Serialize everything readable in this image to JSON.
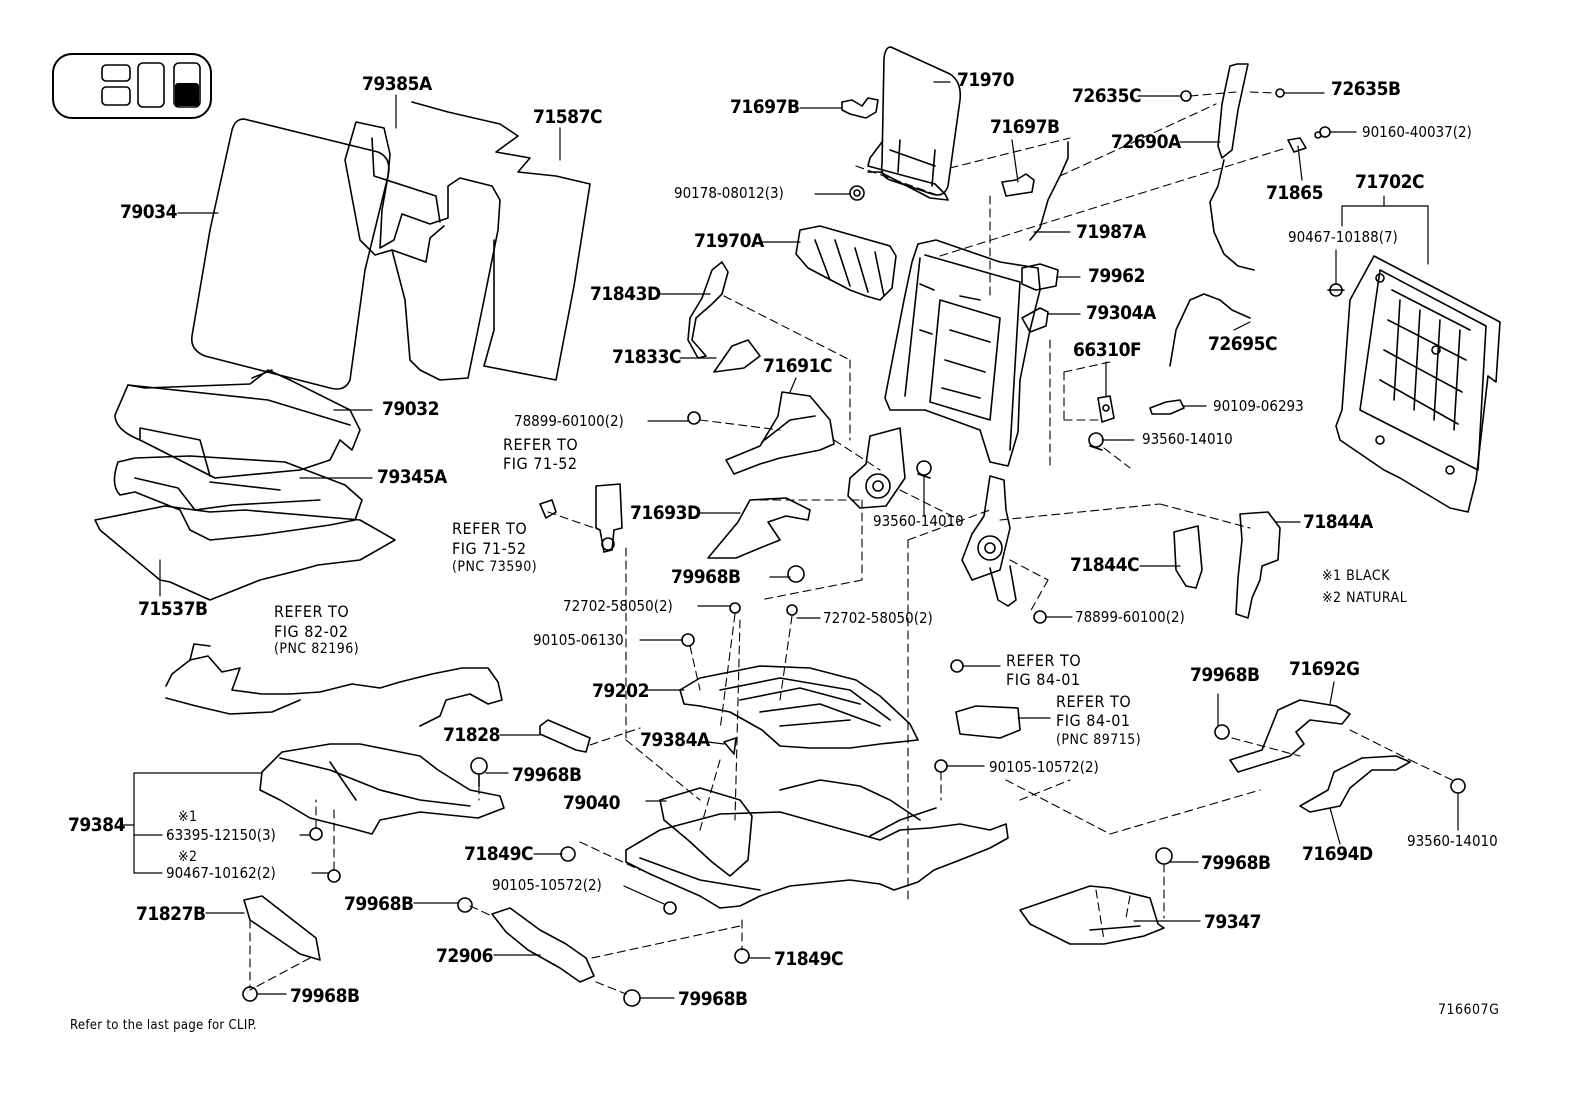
{
  "labels": {
    "p79385A": "79385A",
    "p71587C": "71587C",
    "p79034": "79034",
    "p79032": "79032",
    "p79345A": "79345A",
    "p71537B": "71537B",
    "p71970": "71970",
    "p71697B_a": "71697B",
    "p71697B_b": "71697B",
    "p90178": "90178-08012(3)",
    "p71970A": "71970A",
    "p71987A": "71987A",
    "p79962": "79962",
    "p79304A": "79304A",
    "p71843D": "71843D",
    "p71833C": "71833C",
    "p71691C": "71691C",
    "p78899_a": "78899-60100(2)",
    "p66310F": "66310F",
    "p90109": "90109-06293",
    "p93560_a": "93560-14010",
    "p93560_b": "93560-14010",
    "p72635C": "72635C",
    "p72635B": "72635B",
    "p72690A": "72690A",
    "p90160": "90160-40037(2)",
    "p71865": "71865",
    "p71702C": "71702C",
    "p90467_7": "90467-10188(7)",
    "p72695C": "72695C",
    "p71693D": "71693D",
    "p79968B_a": "79968B",
    "p71844A": "71844A",
    "p71844C": "71844C",
    "p78899_b": "78899-60100(2)",
    "p72702_a": "72702-58050(2)",
    "p72702_b": "72702-58050(2)",
    "p90105_06130": "90105-06130",
    "p79202": "79202",
    "p71828": "71828",
    "p79384A": "79384A",
    "p79968B_b": "79968B",
    "p79384": "79384",
    "p63395": "63395-12150(3)",
    "p90467_2": "90467-10162(2)",
    "p79040": "79040",
    "p71849C_a": "71849C",
    "p90105_10572_a": "90105-10572(2)",
    "p79968B_c": "79968B",
    "p72906": "72906",
    "p71849C_b": "71849C",
    "p79968B_d": "79968B",
    "p71827B": "71827B",
    "p79968B_e": "79968B",
    "p90105_10572_b": "90105-10572(2)",
    "p79968B_f": "79968B",
    "p71692G": "71692G",
    "p93560_c": "93560-14010",
    "p71694D": "71694D",
    "p79968B_g": "79968B",
    "p79347": "79347"
  },
  "refs": {
    "fig7152_a_line1": "REFER TO",
    "fig7152_a_line2": "FIG 71-52",
    "fig7152_b_line1": "REFER TO",
    "fig7152_b_line2": "FIG 71-52",
    "fig7152_b_pnc": "(PNC 73590)",
    "fig8202_line1": "REFER TO",
    "fig8202_line2": "FIG 82-02",
    "fig8202_pnc": "(PNC 82196)",
    "fig8401_a_line1": "REFER TO",
    "fig8401_a_line2": "FIG 84-01",
    "fig8401_b_line1": "REFER TO",
    "fig8401_b_line2": "FIG 84-01",
    "fig8401_b_pnc": "(PNC 89715)"
  },
  "notes": {
    "note1_marker": "※1",
    "note2_marker": "※2",
    "legend1": "※1  BLACK",
    "legend2": "※2  NATURAL"
  },
  "footer": {
    "clip_note": "Refer to the last page for CLIP.",
    "diagram_code": "716607G"
  }
}
